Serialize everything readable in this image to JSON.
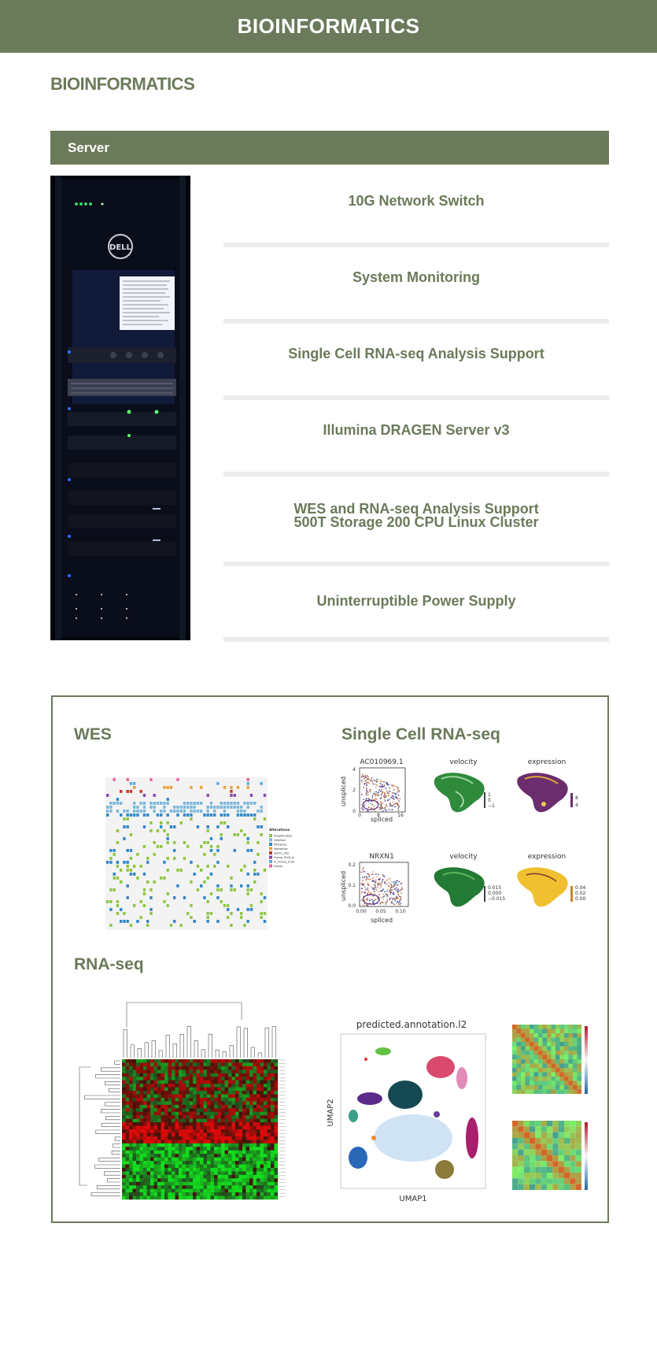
{
  "header": {
    "title": "BIOINFORMATICS"
  },
  "page": {
    "heading": "BIOINFORMATICS"
  },
  "server": {
    "label": "Server",
    "rack_logo": "DELL",
    "features": [
      {
        "lines": [
          "10G Network Switch"
        ]
      },
      {
        "lines": [
          "System Monitoring"
        ]
      },
      {
        "lines": [
          "Single Cell RNA-seq  Analysis Support"
        ]
      },
      {
        "lines": [
          "Illumina DRAGEN Server v3"
        ]
      },
      {
        "lines": [
          "WES and RNA-seq Analysis Support",
          "500T Storage 200 CPU  Linux Cluster"
        ]
      },
      {
        "lines": [
          "Uninterruptible Power Supply"
        ]
      }
    ]
  },
  "gallery": {
    "wes": {
      "title": "WES",
      "legend_title": "Alterations",
      "legend_items": [
        "Amplification",
        "Deletion",
        "Missense",
        "Nonsense",
        "Splice_Site",
        "Frame_Shift_Indel",
        "In_Frame_Indel",
        "Fusion"
      ]
    },
    "scrna": {
      "title": "Single Cell RNA-seq",
      "panels": [
        {
          "title": "AC010969.1",
          "xlabel": "spliced",
          "ylabel": "unspliced",
          "xticks": [
            "0",
            "8",
            "16"
          ],
          "yticks": [
            "0",
            "2",
            "4"
          ]
        },
        {
          "title": "velocity",
          "scale": [
            "1",
            "0",
            "−1"
          ]
        },
        {
          "title": "expression",
          "scale": [
            "8",
            "4"
          ]
        },
        {
          "title": "NRXN1",
          "xlabel": "spliced",
          "ylabel": "unspliced",
          "xticks": [
            "0.00",
            "0.05",
            "0.10"
          ],
          "yticks": [
            "0.0",
            "0.1",
            "0.2"
          ]
        },
        {
          "title": "velocity",
          "scale": [
            "0.015",
            "0.000",
            "−0.015"
          ]
        },
        {
          "title": "expression",
          "scale": [
            "0.04",
            "0.02",
            "0.00"
          ]
        }
      ]
    },
    "rnaseq": {
      "title": "RNA-seq",
      "umap_title": "predicted.annotation.l2",
      "umap_xlabel": "UMAP1",
      "umap_ylabel": "UMAP2"
    }
  },
  "colors": {
    "brand": "#6b7a5a",
    "divider": "#ececec",
    "heatmap_high": "#c41818",
    "heatmap_low": "#38c82a"
  }
}
